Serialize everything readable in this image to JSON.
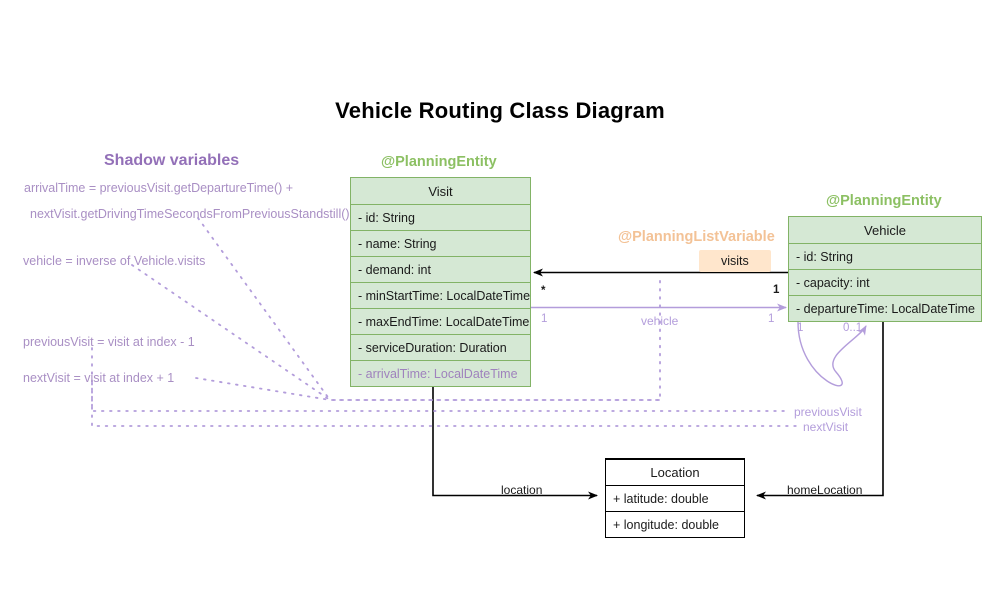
{
  "title": "Vehicle Routing Class Diagram",
  "colors": {
    "class_fill": "#d5e8d4",
    "class_border": "#82b366",
    "stereotype_green": "#8cc063",
    "stereotype_orange": "#f3c296",
    "badge_fill": "#ffe6cc",
    "shadow_purple": "#9370b8",
    "shadow_text": "#a98fc4",
    "edge_black": "#000000",
    "edge_purple": "#b39ddb"
  },
  "shadow_panel": {
    "title": "Shadow variables",
    "lines": [
      "arrivalTime = previousVisit.getDepartureTime() +",
      "nextVisit.getDrivingTimeSecondsFromPreviousStandstill()",
      "vehicle = inverse of Vehicle.visits",
      "previousVisit = visit at index - 1",
      "nextVisit = visit at index + 1"
    ]
  },
  "classes": [
    {
      "id": "visit",
      "stereotype": "@PlanningEntity",
      "name": "Visit",
      "attributes": [
        {
          "text": "- id: String",
          "shadow": false
        },
        {
          "text": "- name: String",
          "shadow": false
        },
        {
          "text": "- demand: int",
          "shadow": false
        },
        {
          "text": "- minStartTime: LocalDateTime",
          "shadow": false
        },
        {
          "text": "- maxEndTime: LocalDateTime",
          "shadow": false
        },
        {
          "text": "- serviceDuration: Duration",
          "shadow": false
        },
        {
          "text": "- arrivalTime: LocalDateTime",
          "shadow": true
        }
      ]
    },
    {
      "id": "vehicle",
      "stereotype": "@PlanningEntity",
      "name": "Vehicle",
      "attributes": [
        {
          "text": "- id: String",
          "shadow": false
        },
        {
          "text": "- capacity: int",
          "shadow": false
        },
        {
          "text": "- departureTime: LocalDateTime",
          "shadow": false
        }
      ]
    },
    {
      "id": "location",
      "stereotype": "",
      "name": "Location",
      "attributes": [
        {
          "text": "+ latitude: double",
          "shadow": false
        },
        {
          "text": "+ longitude: double",
          "shadow": false
        }
      ]
    }
  ],
  "relations": {
    "visits": {
      "stereotype": "@PlanningListVariable",
      "badge": "visits",
      "source_mult": "1",
      "target_mult": "*"
    },
    "vehicle": {
      "label": "vehicle",
      "source_mult": "1",
      "target_mult": "1"
    },
    "chain": {
      "previous_label": "previousVisit",
      "next_label": "nextVisit",
      "mult_left": "1",
      "mult_right": "0..1"
    },
    "location": {
      "label": "location"
    },
    "home_location": {
      "label": "homeLocation"
    }
  }
}
